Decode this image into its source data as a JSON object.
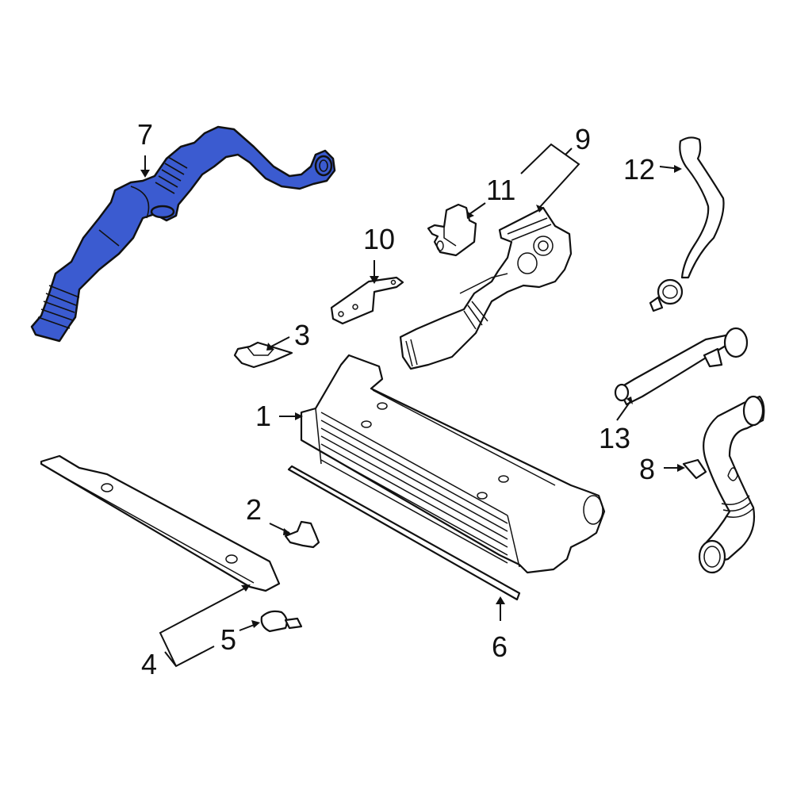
{
  "diagram": {
    "type": "exploded-parts-diagram",
    "subject": "Intercooler and charge air ducts",
    "highlight_color": "#3b5bd0",
    "highlighted_part": "7",
    "callouts": [
      {
        "id": "1",
        "label": "1",
        "part": "intercooler"
      },
      {
        "id": "2",
        "label": "2",
        "part": "bracket clip"
      },
      {
        "id": "3",
        "label": "3",
        "part": "bracket"
      },
      {
        "id": "4",
        "label": "4",
        "part": "lower air deflector assembly"
      },
      {
        "id": "5",
        "label": "5",
        "part": "clip"
      },
      {
        "id": "6",
        "label": "6",
        "part": "seal strip"
      },
      {
        "id": "7",
        "label": "7",
        "part": "charge air hose (highlighted)"
      },
      {
        "id": "8",
        "label": "8",
        "part": "hose clamp"
      },
      {
        "id": "9",
        "label": "9",
        "part": "charge air pipe assembly"
      },
      {
        "id": "10",
        "label": "10",
        "part": "support bracket"
      },
      {
        "id": "11",
        "label": "11",
        "part": "sensor"
      },
      {
        "id": "12",
        "label": "12",
        "part": "vent hose"
      },
      {
        "id": "13",
        "label": "13",
        "part": "vent hose"
      }
    ]
  }
}
